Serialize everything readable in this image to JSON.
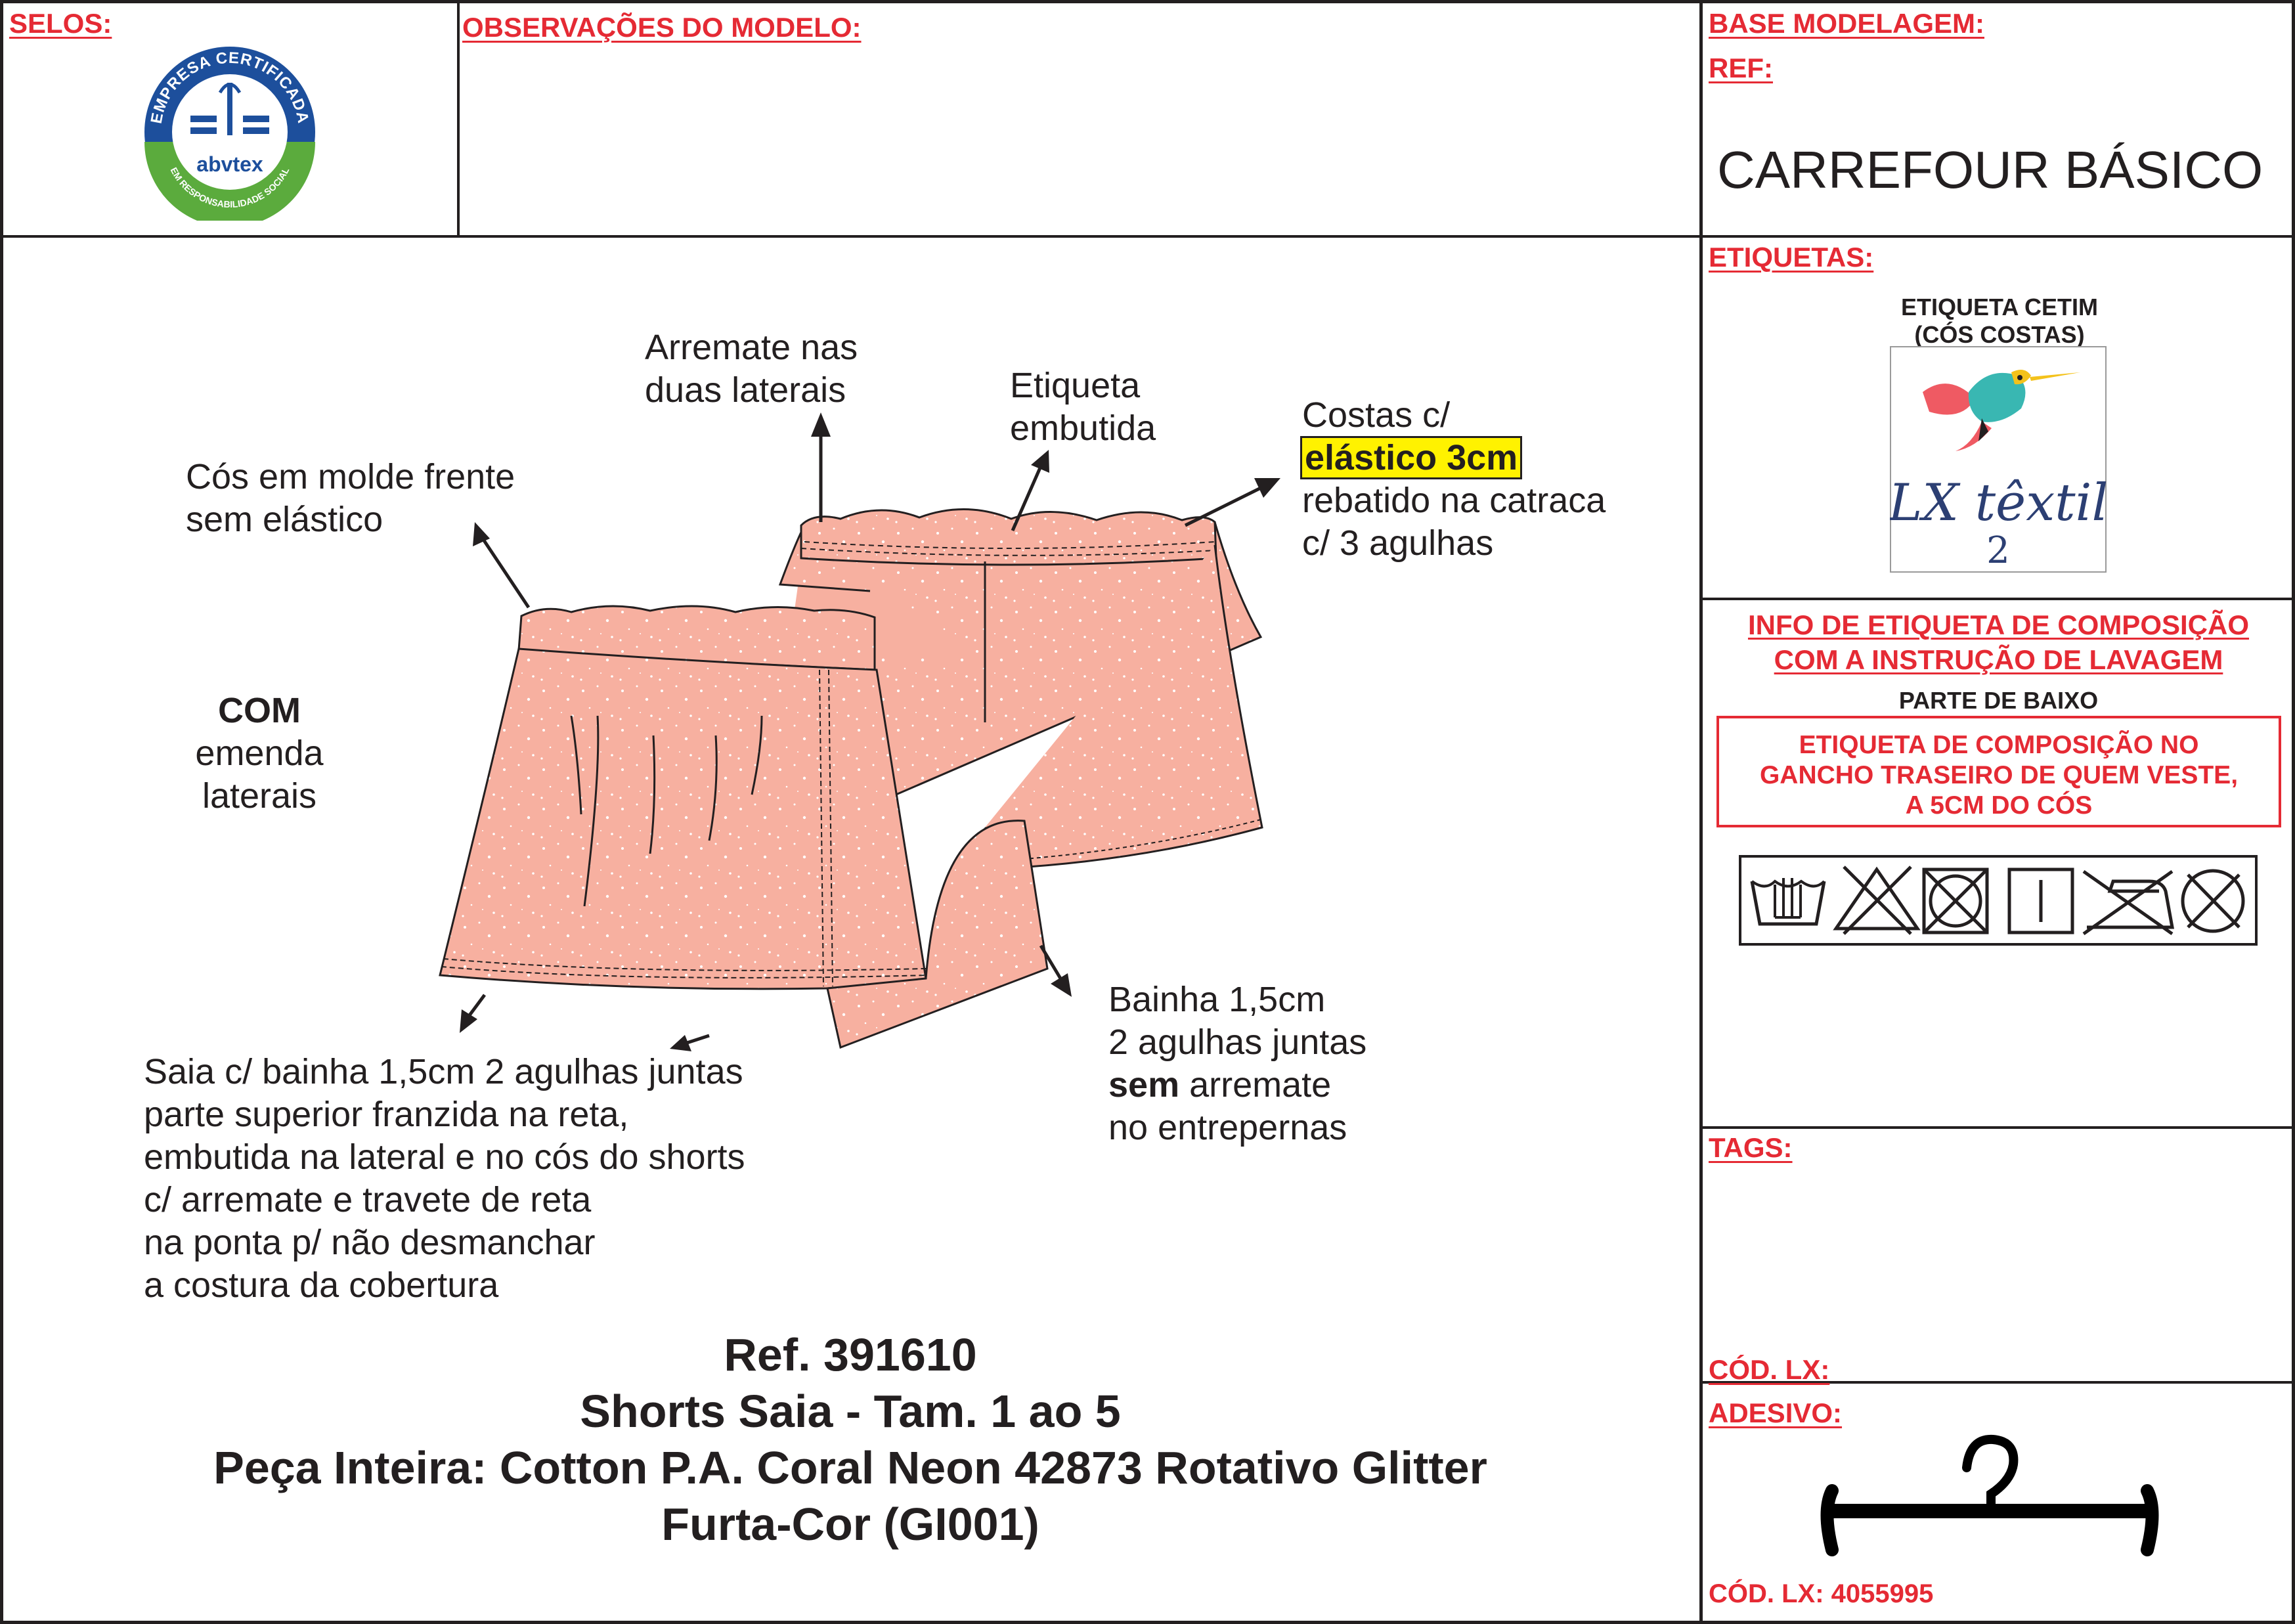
{
  "headers": {
    "selos": "SELOS:",
    "observacoes": "OBSERVAÇÕES DO MODELO:",
    "base_modelagem": "BASE MODELAGEM:",
    "ref": "REF:",
    "etiquetas": "ETIQUETAS:",
    "tags": "TAGS:",
    "cod_lx": "CÓD. LX:",
    "adesivo": "ADESIVO:",
    "cod_lx_value": "CÓD. LX: 4055995"
  },
  "client": "CARREFOUR BÁSICO",
  "seal": {
    "top_text": "EMPRESA CERTIFICADA",
    "brand": "abvtex",
    "bottom_text": "EM RESPONSABILIDADE SOCIAL"
  },
  "label_block": {
    "title_line1": "ETIQUETA CETIM",
    "title_line2": "(CÓS COSTAS)",
    "logo_line1": "LX têxtil",
    "logo_line2": "2"
  },
  "composition": {
    "title_line1": "INFO DE ETIQUETA DE COMPOSIÇÃO",
    "title_line2": "COM A INSTRUÇÃO DE LAVAGEM",
    "part": "PARTE DE BAIXO",
    "box_line1": "ETIQUETA DE COMPOSIÇÃO NO",
    "box_line2": "GANCHO TRASEIRO DE QUEM VESTE,",
    "box_line3": "A 5CM DO CÓS",
    "care_icons": [
      "hand-wash-icon",
      "no-bleach-icon",
      "no-tumble-dry-icon",
      "line-dry-icon",
      "no-iron-icon",
      "no-dry-clean-icon"
    ]
  },
  "annotations": {
    "arremate_1": "Arremate nas",
    "arremate_2": "duas laterais",
    "etiqueta_1": "Etiqueta",
    "etiqueta_2": "embutida",
    "costas_1": "Costas c/",
    "costas_2": "elástico 3cm",
    "costas_3": "rebatido na catraca",
    "costas_4": "c/ 3 agulhas",
    "cos_1": "Cós em molde  frente",
    "cos_2": "sem elástico",
    "com_1": "COM",
    "com_2": "emenda",
    "com_3": "laterais",
    "bainha_1": "Bainha 1,5cm",
    "bainha_2": "2 agulhas juntas",
    "bainha_3a": "sem",
    "bainha_3b": " arremate",
    "bainha_4": "no entrepernas",
    "saia_1": "Saia c/ bainha 1,5cm 2 agulhas juntas",
    "saia_2": "parte superior franzida na reta,",
    "saia_3": "embutida na lateral e no cós do shorts",
    "saia_4": "c/ arremate e travete de reta",
    "saia_5": "na ponta p/ não desmanchar",
    "saia_6": "a costura da cobertura"
  },
  "product": {
    "ref": "Ref. 391610",
    "name": "Shorts Saia - Tam. 1 ao 5",
    "fabric_1": "Peça Inteira: Cotton P.A. Coral Neon 42873 Rotativo Glitter",
    "fabric_2": "Furta-Cor (GI001)"
  },
  "colors": {
    "accent_red": "#e52a34",
    "fabric_coral": "#f7b0a0",
    "highlight_yellow": "#fff200"
  }
}
